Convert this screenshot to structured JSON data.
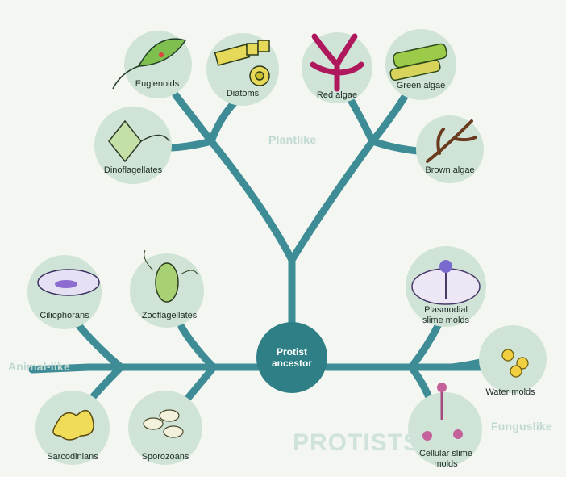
{
  "title": "PROTISTS",
  "center": {
    "line1": "Protist",
    "line2": "ancestor"
  },
  "groups": {
    "plantlike": "Plantlike",
    "animal": "Animal-like",
    "fungus": "Funguslike"
  },
  "nodes": {
    "euglenoids": "Euglenoids",
    "diatoms": "Diatoms",
    "red_algae": "Red algae",
    "green_algae": "Green algae",
    "dinoflagellates": "Dinoflagellates",
    "brown_algae": "Brown algae",
    "ciliophorans": "Ciliophorans",
    "zooflagellates": "Zooflagellates",
    "sarcodinians": "Sarcodinians",
    "sporozoans": "Sporozoans",
    "plasmodial_1": "Plasmodial",
    "plasmodial_2": "slime molds",
    "water_molds": "Water molds",
    "cellular_1": "Cellular slime",
    "cellular_2": "molds"
  },
  "colors": {
    "branch": "#3d8c96",
    "node_fill": "#cfe4d6",
    "center_fill": "#2f7f86",
    "label_faint": "#bfd9d2"
  }
}
